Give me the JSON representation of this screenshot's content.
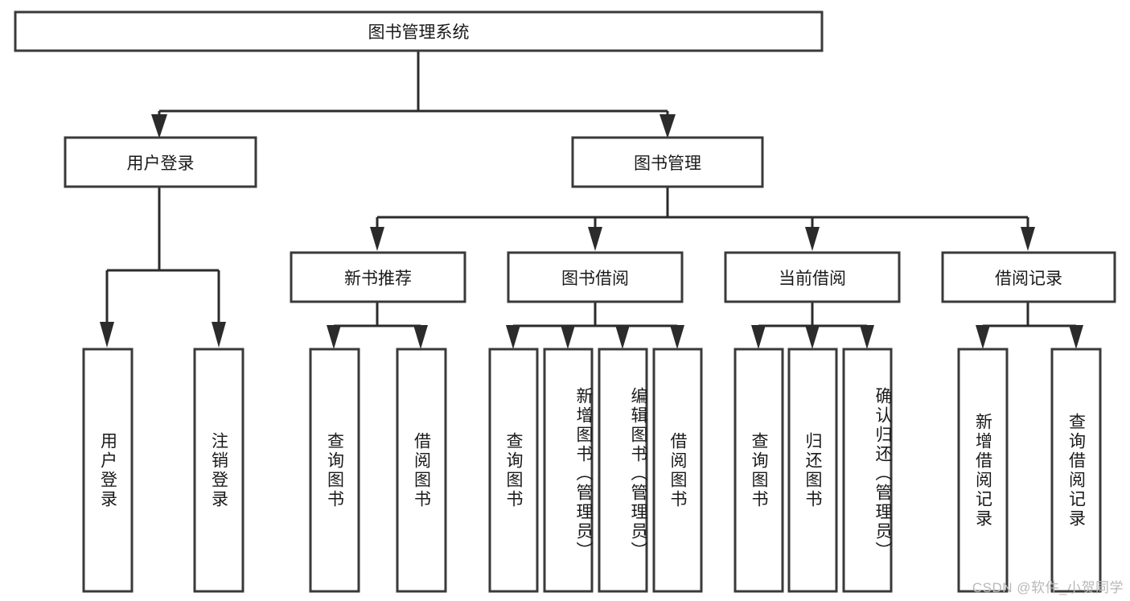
{
  "diagram": {
    "type": "tree-hierarchy",
    "title_text": "图书管理系统",
    "watermark": "CSDN @软件_小贺同学",
    "colors": {
      "box_fill": "#ffffff",
      "box_stroke": "#3a3a3a",
      "connector": "#2b2b2b",
      "text": "#1a1a1a",
      "background": "#ffffff",
      "watermark": "#b8b8b8"
    },
    "root": {
      "label": "图书管理系统"
    },
    "level1": [
      {
        "label": "用户登录"
      },
      {
        "label": "图书管理"
      }
    ],
    "level2": [
      {
        "label": "新书推荐"
      },
      {
        "label": "图书借阅"
      },
      {
        "label": "当前借阅"
      },
      {
        "label": "借阅记录"
      }
    ],
    "leaves": {
      "user_login": [
        {
          "label": "用户登录"
        },
        {
          "label": "注销登录"
        }
      ],
      "new_book_recommend": [
        {
          "label": "查询图书"
        },
        {
          "label": "借阅图书"
        }
      ],
      "book_borrow": [
        {
          "label": "查询图书"
        },
        {
          "label": "新增图书（管理员）"
        },
        {
          "label": "编辑图书（管理员）"
        },
        {
          "label": "借阅图书"
        }
      ],
      "current_borrow": [
        {
          "label": "查询图书"
        },
        {
          "label": "归还图书"
        },
        {
          "label": "确认归还（管理员）"
        }
      ],
      "borrow_records": [
        {
          "label": "新增借阅记录"
        },
        {
          "label": "查询借阅记录"
        }
      ]
    }
  }
}
